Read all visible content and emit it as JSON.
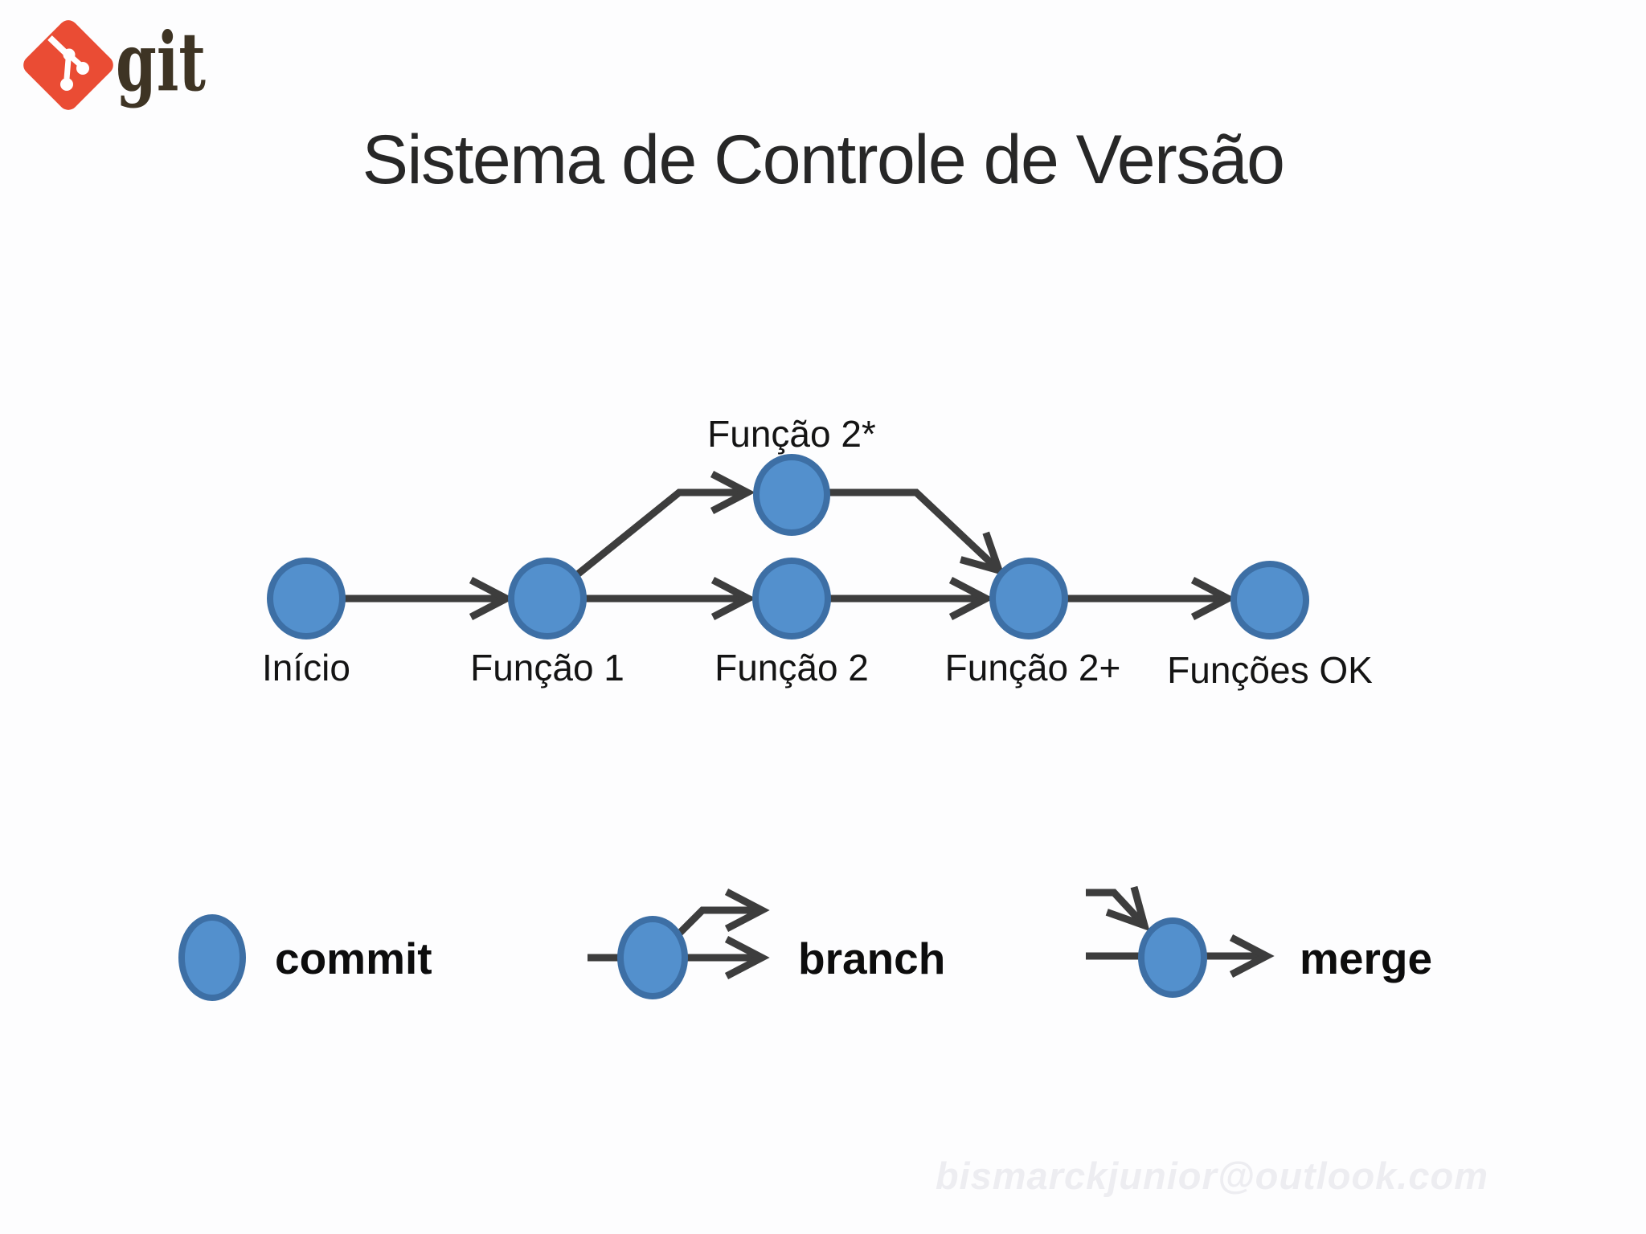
{
  "slide": {
    "title": "Sistema de Controle de Versão",
    "watermark": "bismarckjunior@outlook.com"
  },
  "logo": {
    "wordmark": "git",
    "icon": "git-diamond-branch-icon",
    "diamond_color": "#ea4c34",
    "wordmark_color": "#3e3424"
  },
  "diagram": {
    "type": "git-commit-graph",
    "nodes": [
      {
        "id": "inicio",
        "label": "Início",
        "row": "main"
      },
      {
        "id": "funcao1",
        "label": "Função 1",
        "row": "main"
      },
      {
        "id": "funcao2",
        "label": "Função 2",
        "row": "main"
      },
      {
        "id": "funcao2plus",
        "label": "Função 2+",
        "row": "main"
      },
      {
        "id": "funcoesok",
        "label": "Funções OK",
        "row": "main"
      },
      {
        "id": "funcao2star",
        "label": "Função 2*",
        "row": "branch"
      }
    ],
    "edges": [
      {
        "from": "inicio",
        "to": "funcao1",
        "kind": "commit"
      },
      {
        "from": "funcao1",
        "to": "funcao2",
        "kind": "commit"
      },
      {
        "from": "funcao2",
        "to": "funcao2plus",
        "kind": "commit"
      },
      {
        "from": "funcao2plus",
        "to": "funcoesok",
        "kind": "commit"
      },
      {
        "from": "funcao1",
        "to": "funcao2star",
        "kind": "branch"
      },
      {
        "from": "funcao2star",
        "to": "funcao2plus",
        "kind": "merge"
      }
    ]
  },
  "legend": {
    "items": [
      {
        "id": "commit",
        "label": "commit",
        "icon": "commit-node-icon"
      },
      {
        "id": "branch",
        "label": "branch",
        "icon": "branch-arrows-icon"
      },
      {
        "id": "merge",
        "label": "merge",
        "icon": "merge-arrows-icon"
      }
    ]
  },
  "colors": {
    "background": "#fdfdfe",
    "node_fill": "#5390cd",
    "node_stroke": "#3d6fa5",
    "edge": "#3d3d3d",
    "title_text": "#272727",
    "label_text": "#141414",
    "watermark_text": "#ededf1"
  }
}
